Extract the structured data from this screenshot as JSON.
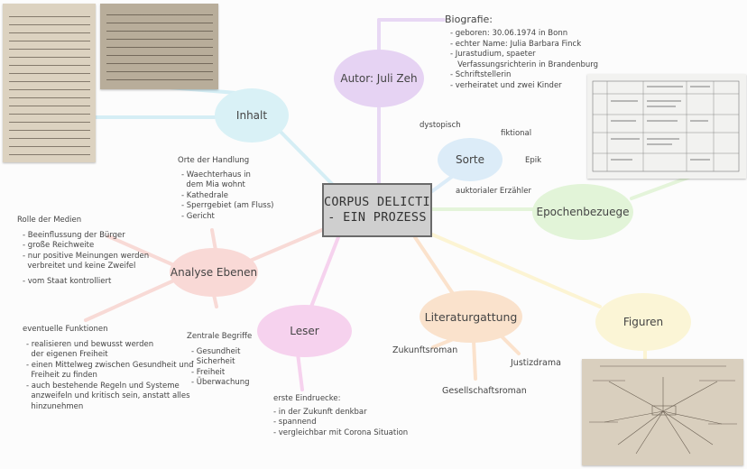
{
  "center": {
    "line1": "CORPUS DELICTI",
    "line2": "- EIN PROZESS"
  },
  "nodes": {
    "autor": "Autor: Juli Zeh",
    "inhalt": "Inhalt",
    "sorte": "Sorte",
    "epochen": "Epochenbezuege",
    "analyse": "Analyse Ebenen",
    "leser": "Leser",
    "literatur": "Literaturgattung",
    "figuren": "Figuren"
  },
  "colors": {
    "autor": "#e6d3f3",
    "inhalt": "#d9f1f6",
    "sorte": "#dcecf8",
    "epochen": "#e2f4d8",
    "analyse": "#f9d9d6",
    "leser": "#f6d2ee",
    "literatur": "#fae2cc",
    "figuren": "#fbf5d6"
  },
  "biografie": {
    "title": "Biografie:",
    "items": [
      "- geboren: 30.06.1974 in Bonn",
      "- echter Name: Julia Barbara Finck",
      "- Jurastudium, spaeter",
      "   Verfassungsrichterin in Brandenburg",
      "- Schriftstellerin",
      "- verheiratet und zwei Kinder"
    ]
  },
  "sorte_terms": {
    "dystopisch": "dystopisch",
    "fiktional": "fiktional",
    "epik": "Epik",
    "erzaehler": "auktorialer Erzähler"
  },
  "orte": {
    "title": "Orte der Handlung",
    "items": [
      "- Waechterhaus in",
      "  dem Mia wohnt",
      "- Kathedrale",
      "- Sperrgebiet (am Fluss)",
      "- Gericht"
    ]
  },
  "medien": {
    "title": "Rolle der Medien",
    "items": [
      "- Beeinflussung der Bürger",
      "- große Reichweite",
      "- nur positive Meinungen werden",
      "  verbreitet und keine Zweifel",
      "- vom Staat kontrolliert"
    ]
  },
  "funktionen": {
    "title": "eventuelle Funktionen",
    "items": [
      "- realisieren und bewusst werden",
      "  der eigenen Freiheit",
      "- einen Mittelweg zwischen Gesundheit und",
      "  Freiheit zu finden",
      "- auch bestehende Regeln und Systeme",
      "  anzweifeln und kritisch sein, anstatt alles",
      "  hinzunehmen"
    ]
  },
  "begriffe": {
    "title": "Zentrale Begriffe",
    "items": [
      "- Gesundheit",
      "- Sicherheit",
      "- Freiheit",
      "- Überwachung"
    ]
  },
  "eindruecke": {
    "title": "erste Eindruecke:",
    "items": [
      "- in der Zukunft denkbar",
      "- spannend",
      "- vergleichbar mit Corona Situation"
    ]
  },
  "gattung": {
    "zukunft": "Zukunftsroman",
    "justiz": "Justizdrama",
    "gesellschaft": "Gesellschaftsroman"
  }
}
